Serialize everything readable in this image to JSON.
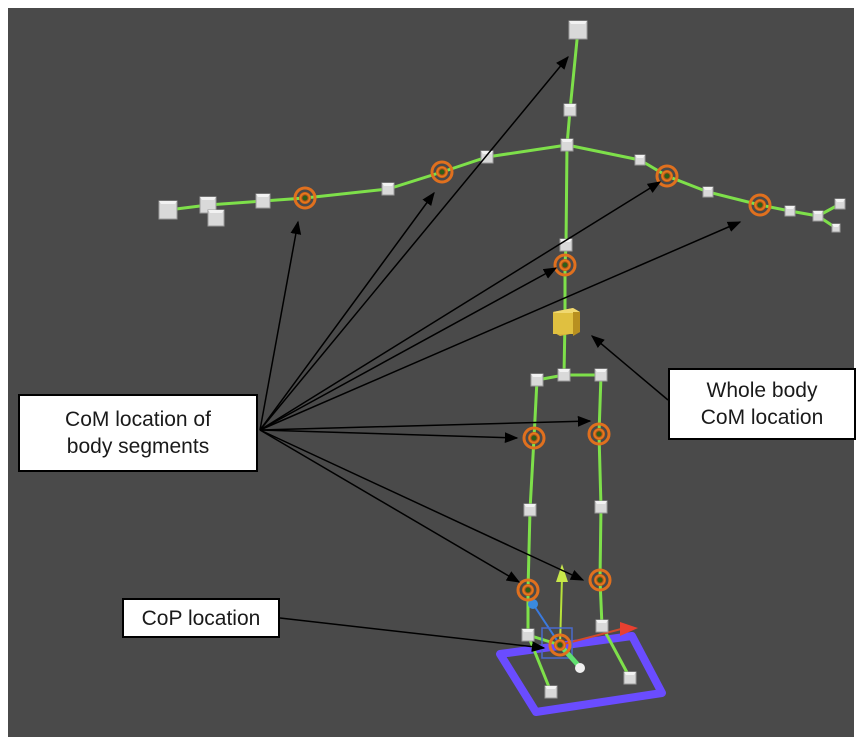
{
  "scene": {
    "background_color": "#4a4a4a",
    "frame_color": "#ffffff",
    "bone_color": "#7ee04a",
    "joint_color": "#d9d9d9",
    "segment_com_color": "#e0701e",
    "whole_body_com_color": "#d9b43a",
    "cop_plate_color": "#6a4cff",
    "arrow_color": "#000000"
  },
  "labels": {
    "segments_com": {
      "line1": "CoM location of",
      "line2": "body segments"
    },
    "whole_body_com": {
      "line1": "Whole body",
      "line2": "CoM location"
    },
    "cop": {
      "text": "CoP location"
    }
  },
  "icons": {
    "joint_marker": "cube-icon",
    "segment_com_marker": "com-target-icon",
    "whole_body_com_marker": "gold-cube-icon",
    "gizmo": "transform-gizmo-icon"
  }
}
